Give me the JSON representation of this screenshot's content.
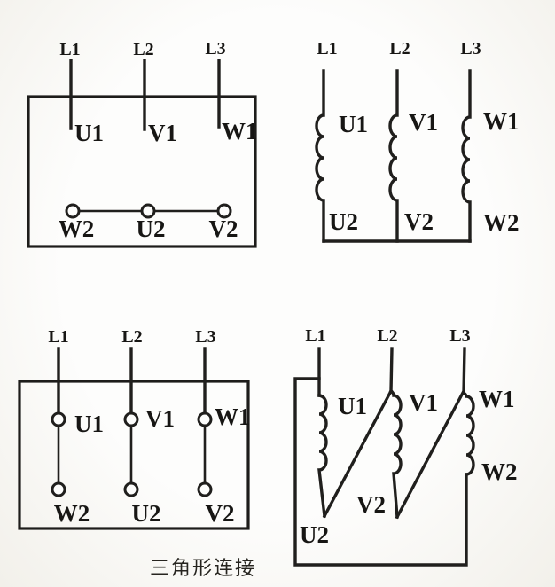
{
  "colors": {
    "paper": "#fdfdfc",
    "ink": "#201f1d"
  },
  "caption": "三角形连接",
  "star_box": {
    "supply": [
      "L1",
      "L2",
      "L3"
    ],
    "starts": [
      "U1",
      "V1",
      "W1"
    ],
    "ends": [
      "W2",
      "U2",
      "V2"
    ]
  },
  "star_winding": {
    "supply": [
      "L1",
      "L2",
      "L3"
    ],
    "starts": [
      "U1",
      "V1",
      "W1"
    ],
    "ends": [
      "U2",
      "V2",
      "W2"
    ]
  },
  "delta_box": {
    "supply": [
      "L1",
      "L2",
      "L3"
    ],
    "starts": [
      "U1",
      "V1",
      "W1"
    ],
    "ends": [
      "W2",
      "U2",
      "V2"
    ]
  },
  "delta_winding": {
    "supply": [
      "L1",
      "L2",
      "L3"
    ],
    "starts": [
      "U1",
      "V1",
      "W1"
    ],
    "ends": [
      "U2",
      "V2",
      "W2"
    ]
  }
}
